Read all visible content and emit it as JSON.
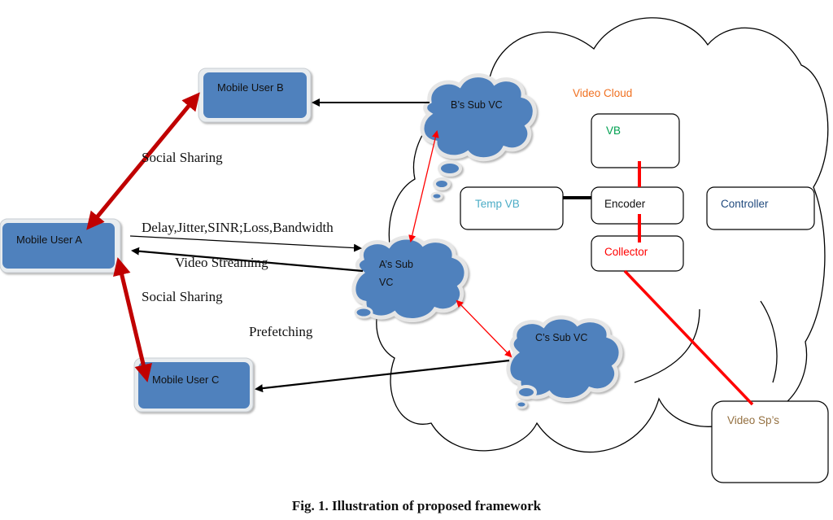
{
  "figure": {
    "caption": "Fig. 1. Illustration of proposed framework",
    "colors": {
      "user_fill": "#4f81bd",
      "social_arrow": "#c00000",
      "sub_vc_link": "#ff0000",
      "video_cloud_label": "#f07020",
      "vb_label": "#00a050",
      "temp_vb_label": "#4bacc6",
      "controller_label": "#1f497d",
      "collector_label": "#ff0000",
      "video_sp_label": "#947040"
    }
  },
  "users": [
    {
      "id": "A",
      "label": "Mobile User A"
    },
    {
      "id": "B",
      "label": "Mobile User B"
    },
    {
      "id": "C",
      "label": "Mobile User C"
    }
  ],
  "sub_clouds": [
    {
      "id": "B",
      "label": "B’s Sub VC"
    },
    {
      "id": "A",
      "label_line1": "A’s Sub",
      "label_line2": "VC"
    },
    {
      "id": "C",
      "label": "C’s Sub VC"
    }
  ],
  "video_cloud": {
    "label": "Video Cloud",
    "components": {
      "vb": "VB",
      "temp_vb": "Temp VB",
      "encoder": "Encoder",
      "controller": "Controller",
      "collector": "Collector"
    }
  },
  "external": {
    "video_sp": "Video Sp’s"
  },
  "edge_labels": {
    "social_sharing_ab": "Social Sharing",
    "social_sharing_ac": "Social Sharing",
    "metrics": "Delay,Jitter,SINR;Loss,Bandwidth",
    "video_streaming": "Video Streaming",
    "prefetching": "Prefetching"
  }
}
